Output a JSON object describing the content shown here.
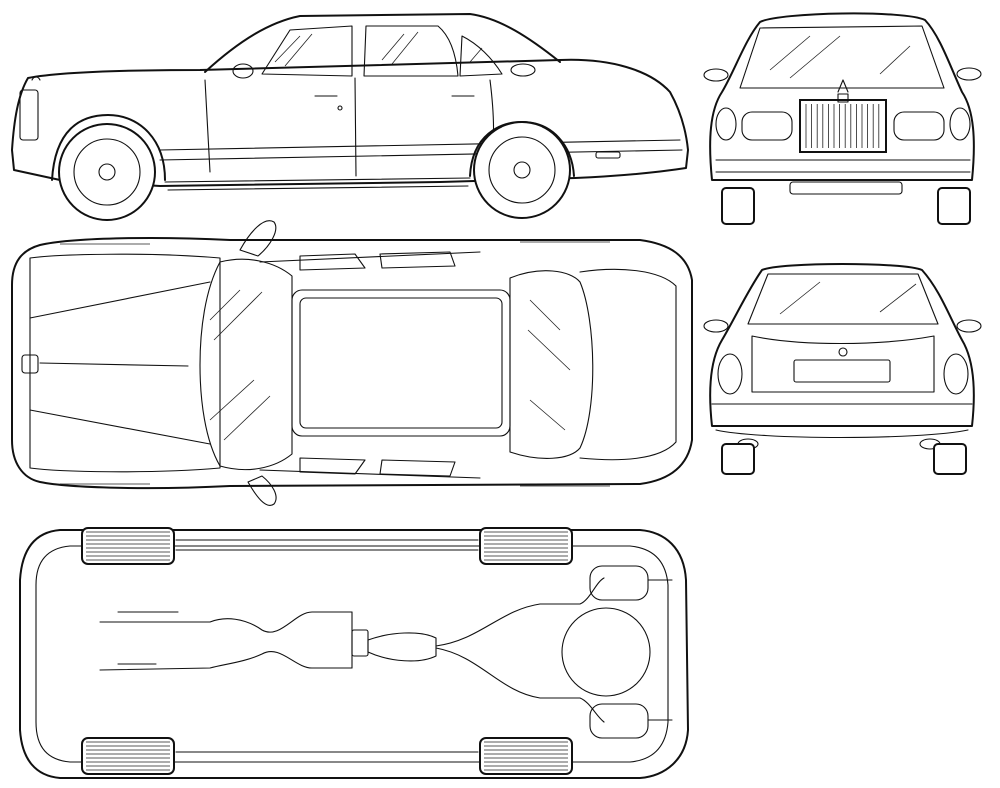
{
  "drawing": {
    "subject": "sedan-blueprint",
    "views": [
      "side-view",
      "top-view",
      "front-view",
      "rear-view",
      "underside-view"
    ],
    "line_color": "#111111",
    "background_color": "#ffffff"
  }
}
